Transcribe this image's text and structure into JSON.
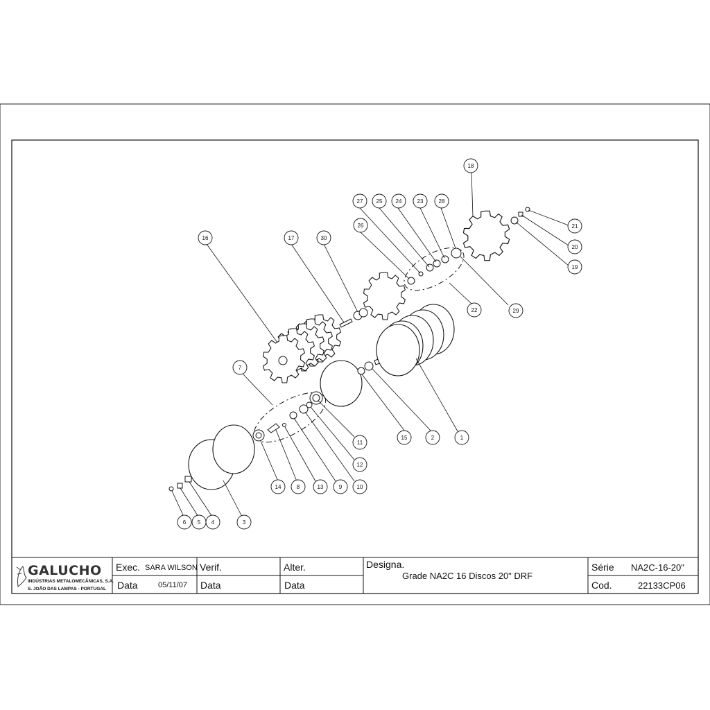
{
  "callouts": [
    {
      "n": "1"
    },
    {
      "n": "2"
    },
    {
      "n": "3"
    },
    {
      "n": "4"
    },
    {
      "n": "5"
    },
    {
      "n": "6"
    },
    {
      "n": "7"
    },
    {
      "n": "8"
    },
    {
      "n": "9"
    },
    {
      "n": "10"
    },
    {
      "n": "11"
    },
    {
      "n": "12"
    },
    {
      "n": "13"
    },
    {
      "n": "14"
    },
    {
      "n": "15"
    },
    {
      "n": "16"
    },
    {
      "n": "17"
    },
    {
      "n": "18"
    },
    {
      "n": "19"
    },
    {
      "n": "20"
    },
    {
      "n": "21"
    },
    {
      "n": "22"
    },
    {
      "n": "23"
    },
    {
      "n": "24"
    },
    {
      "n": "25"
    },
    {
      "n": "26"
    },
    {
      "n": "27"
    },
    {
      "n": "28"
    },
    {
      "n": "29"
    },
    {
      "n": "30"
    }
  ],
  "title_block": {
    "company": "GALUCHO",
    "company_line1": "INDÚSTRIAS METALOMECÂNICAS, S.A.",
    "company_line2": "S. JOÃO DAS LAMPAS - PORTUGAL",
    "exec_label": "Exec.",
    "exec_value": "SARA WILSON",
    "data_label": "Data",
    "date_value": "05/11/07",
    "verif_label": "Verif.",
    "verif_data_label": "Data",
    "alter_label": "Alter.",
    "alter_data_label": "Data",
    "designa_label": "Designa.",
    "designa_value": "Grade NA2C 16 Discos 20\" DRF",
    "serie_label": "Série",
    "serie_value": "NA2C-16-20\"",
    "cod_label": "Cod.",
    "cod_value": "22133CP06"
  }
}
